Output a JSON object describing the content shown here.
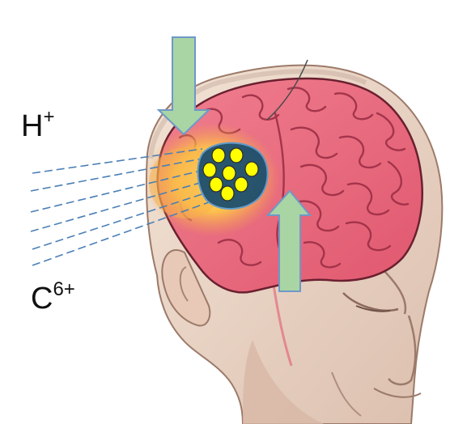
{
  "labels": {
    "proton_base": "H",
    "proton_charge": "+",
    "carbon_base": "C",
    "carbon_charge": "6+"
  },
  "colors": {
    "background": "#ffffff",
    "brain": "#e66a7d",
    "brain_fold": "#b53d55",
    "skin": "#efdccd",
    "skin_shadow": "#c9a390",
    "arrow_fill": "#a9d4a4",
    "arrow_stroke": "#6f98c8",
    "beam_line": "#4a7fb6",
    "dose_outer": "#ffd44a",
    "dose_mid": "#f4a23a",
    "target": "#1d4f6e",
    "particle": "#ffff00"
  },
  "icons": {
    "head": "human-head-profile-icon",
    "brain": "brain-icon",
    "arrow_down": "arrow-down-icon",
    "arrow_up": "arrow-up-icon",
    "particles": "particle-cluster-icon"
  }
}
